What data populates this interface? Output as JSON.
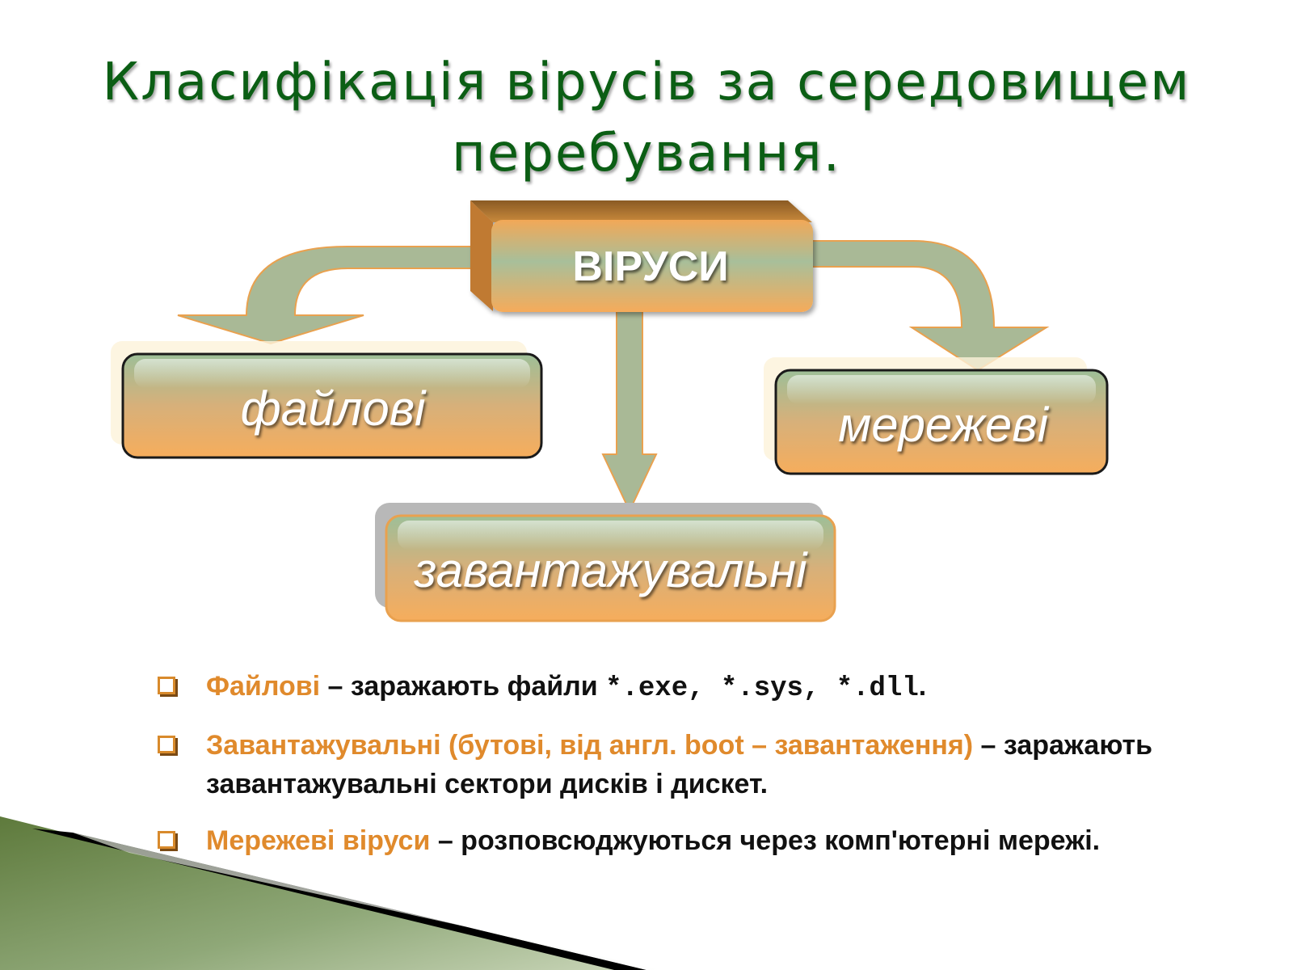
{
  "title": {
    "line1": "Класифікація вірусів за середовищем",
    "line2": "перебування."
  },
  "diagram": {
    "root": "ВІРУСИ",
    "children": [
      "файлові",
      "мережеві",
      "завантажувальні"
    ]
  },
  "bullets": [
    {
      "term": "Файлові",
      "text": " – заражають файли ",
      "code": "*.exe, *.sys, *.dll",
      "end": "."
    },
    {
      "term": "Завантажувальні (бутові, від англ. boot – завантаження)",
      "text": " – заражають завантажувальні сектори дисків і дискет."
    },
    {
      "term": "Мережеві віруси",
      "text": " – розповсюджуються через комп'ютерні мережі."
    }
  ],
  "colors": {
    "title": "#0b5e14",
    "accent": "#e08a2c",
    "arrow": "#a9b996",
    "box_top": "#a6c19c",
    "box_bottom": "#f6ad5c"
  }
}
